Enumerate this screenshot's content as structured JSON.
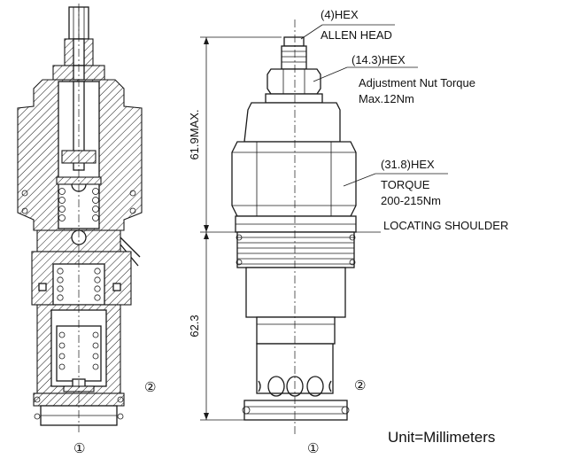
{
  "labels": {
    "allen_head_size": "(4)HEX",
    "allen_head_name": "ALLEN HEAD",
    "adjust_nut_size": "(14.3)HEX",
    "adjust_nut_torque_title": "Adjustment Nut Torque",
    "adjust_nut_torque_value": "Max.12Nm",
    "body_hex_size": "(31.8)HEX",
    "body_torque_title": "TORQUE",
    "body_torque_value": "200-215Nm",
    "locating_shoulder": "LOCATING SHOULDER",
    "dim_upper": "61.9MAX.",
    "dim_lower": "62.3",
    "port1_section": "①",
    "port2_section": "②",
    "port1_exterior": "①",
    "port2_exterior": "②",
    "unit_note": "Unit=Millimeters"
  },
  "icons": {
    "section_view": "cartridge-valve-section-icon",
    "exterior_view": "cartridge-valve-exterior-icon"
  }
}
